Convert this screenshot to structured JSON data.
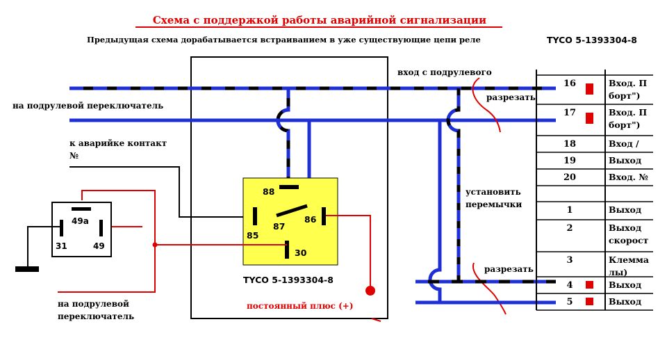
{
  "title": "Схема с поддержкой работы аварийной сигнализации",
  "subtitle": "Предыдущая схема  дорабатывается встраиванием в уже существующие цепи реле",
  "subtitle_relay": "TYCO 5-1393304-8",
  "colors": {
    "red": "#e00000",
    "blue": "#1f2fd6",
    "yellow": "#ffff4d",
    "black": "#000000"
  },
  "labels": {
    "to_switch_top": "на подрулевой переключатель",
    "hazard_line1": "к аварийке контакт",
    "hazard_line2": "№",
    "to_switch_bottom_line1": "на подрулевой",
    "to_switch_bottom_line2": "переключатель",
    "input_from_column": "вход с подрулевого",
    "cut_top": "разрезать",
    "install_line1": "установить",
    "install_line2": "перемычки",
    "cut_bottom": "разрезать",
    "constant_plus": "постоянный плюс (+)",
    "relay_caption": "TYCO 5-1393304-8"
  },
  "relay_pins": {
    "p88": "88",
    "p85": "85",
    "p87": "87",
    "p86": "86",
    "p30": "30"
  },
  "small_relay_pins": {
    "p49a": "49a",
    "p31": "31",
    "p49": "49"
  },
  "table": {
    "rows": [
      {
        "num": "16",
        "text1": "Вход. П",
        "text2": "борт\")",
        "mark": true
      },
      {
        "num": "17",
        "text1": "Вход. П",
        "text2": "борт\")",
        "mark": true
      },
      {
        "num": "18",
        "text1": "Вход /",
        "text2": "",
        "mark": false
      },
      {
        "num": "19",
        "text1": "Выход",
        "text2": "",
        "mark": false
      },
      {
        "num": "20",
        "text1": "Вход. №",
        "text2": "",
        "mark": false
      },
      {
        "num": "",
        "text1": "",
        "text2": "",
        "mark": false
      },
      {
        "num": "1",
        "text1": "Выход",
        "text2": "",
        "mark": false
      },
      {
        "num": "2",
        "text1": "Выход",
        "text2": "скорост",
        "mark": false
      },
      {
        "num": "3",
        "text1": "Клемма",
        "text2": "лы)",
        "mark": false
      },
      {
        "num": "4",
        "text1": "Выход",
        "text2": "",
        "mark": true
      },
      {
        "num": "5",
        "text1": "Выход",
        "text2": "",
        "mark": true
      }
    ]
  }
}
